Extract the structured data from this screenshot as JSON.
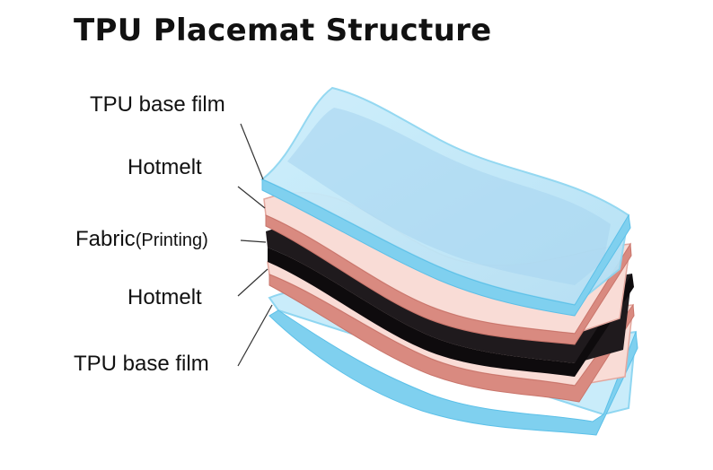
{
  "title": "TPU Placemat Structure",
  "layers": [
    {
      "label": "TPU base film",
      "sub": ""
    },
    {
      "label": "Hotmelt",
      "sub": ""
    },
    {
      "label": "Fabric",
      "sub": "(Printing)"
    },
    {
      "label": "Hotmelt",
      "sub": ""
    },
    {
      "label": "TPU base film",
      "sub": ""
    }
  ],
  "colors": {
    "tpu_film": "#bfe6f7",
    "tpu_edge": "#7fd0ef",
    "hotmelt": "#f7d6d0",
    "hotmelt_edge": "#d98a80",
    "fabric": "#1a1418",
    "leader_line": "#333333"
  }
}
